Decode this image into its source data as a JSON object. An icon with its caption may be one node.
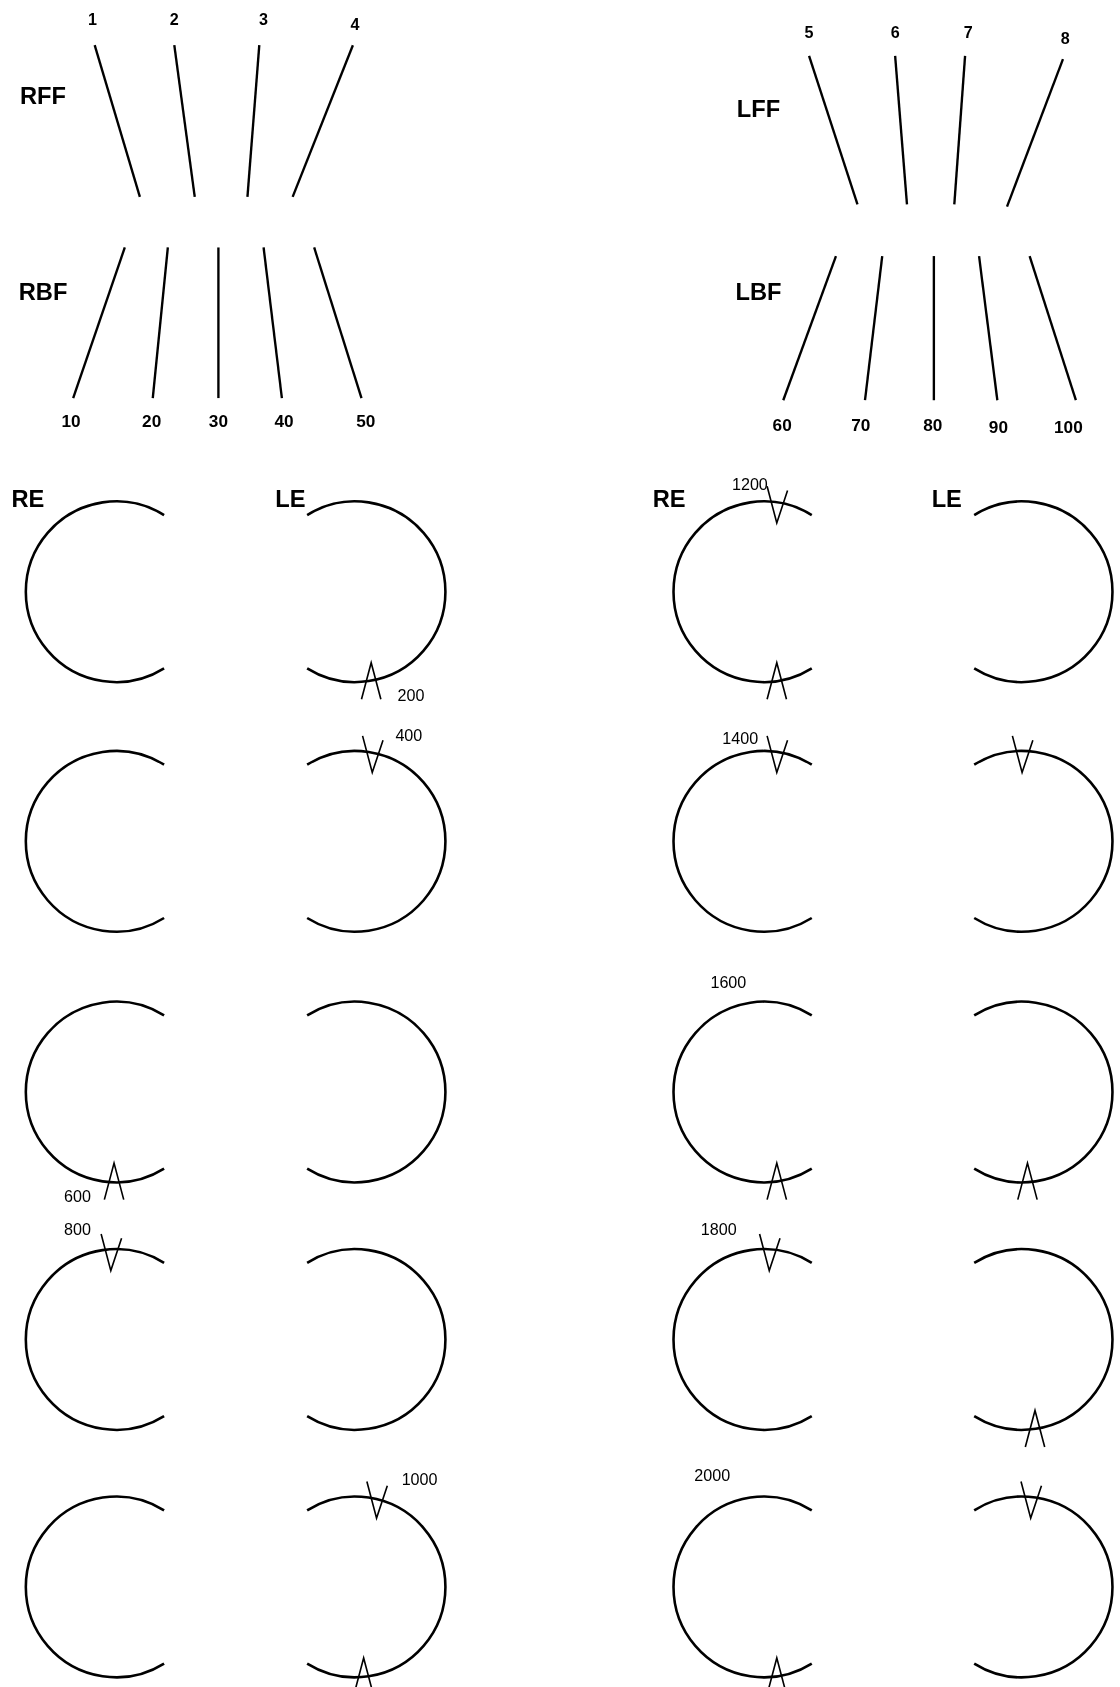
{
  "diagram": {
    "labels": [
      "1",
      "2",
      "3",
      "4",
      "5",
      "6",
      "7",
      "8",
      "RFF",
      "LFF",
      "RBF",
      "LBF",
      "10",
      "20",
      "30",
      "40",
      "50",
      "60",
      "70",
      "80",
      "90",
      "100",
      "1200",
      "RE",
      "LE",
      "RE",
      "LE",
      "200",
      "400",
      "1400",
      "1600",
      "600",
      "800",
      "1800",
      "1000",
      "2000"
    ]
  }
}
